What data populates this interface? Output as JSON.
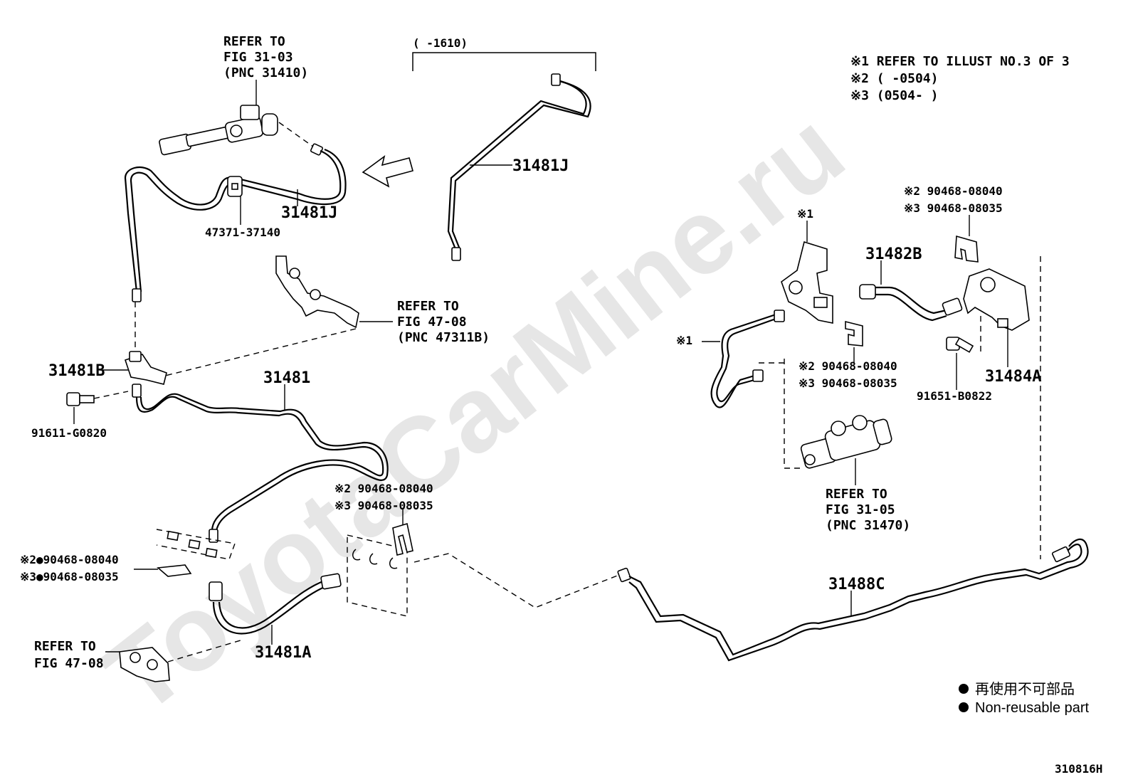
{
  "watermark": "ToyotaCarMine.ru",
  "notes": {
    "n1": "※1  REFER TO ILLUST NO.3 OF 3",
    "n2": "※2  (      -0504)",
    "n3": "※3  (0504-      )"
  },
  "range_top": "(      -1610)",
  "refs": {
    "fig3103": [
      "REFER TO",
      "FIG 31-03",
      "(PNC 31410)"
    ],
    "fig4708a": [
      "REFER TO",
      "FIG 47-08",
      "(PNC 47311B)"
    ],
    "fig3105": [
      "REFER TO",
      "FIG 31-05",
      "(PNC 31470)"
    ],
    "fig4708b": [
      "REFER TO",
      "FIG 47-08"
    ]
  },
  "parts": {
    "p31481J_top": "31481J",
    "p31481J_left": "31481J",
    "p47371": "47371-37140",
    "p31481B": "31481B",
    "p31481": "31481",
    "p91611": "91611-G0820",
    "p31481A": "31481A",
    "p31488C": "31488C",
    "p31482B": "31482B",
    "p31484A": "31484A",
    "p91651": "91651-B0822",
    "mark1a": "※1",
    "mark1b": "※1",
    "clipR_2": "※2 90468-08040",
    "clipR_3": "※3 90468-08035",
    "clipM_2": "※2 90468-08040",
    "clipM_3": "※3 90468-08035",
    "clipC_2": "※2 90468-08040",
    "clipC_3": "※3 90468-08035",
    "clipL_2": "※2●90468-08040",
    "clipL_3": "※3●90468-08035"
  },
  "legend": {
    "jp": "再使用不可部品",
    "en": "Non-reusable part"
  },
  "figure_code": "310816H"
}
